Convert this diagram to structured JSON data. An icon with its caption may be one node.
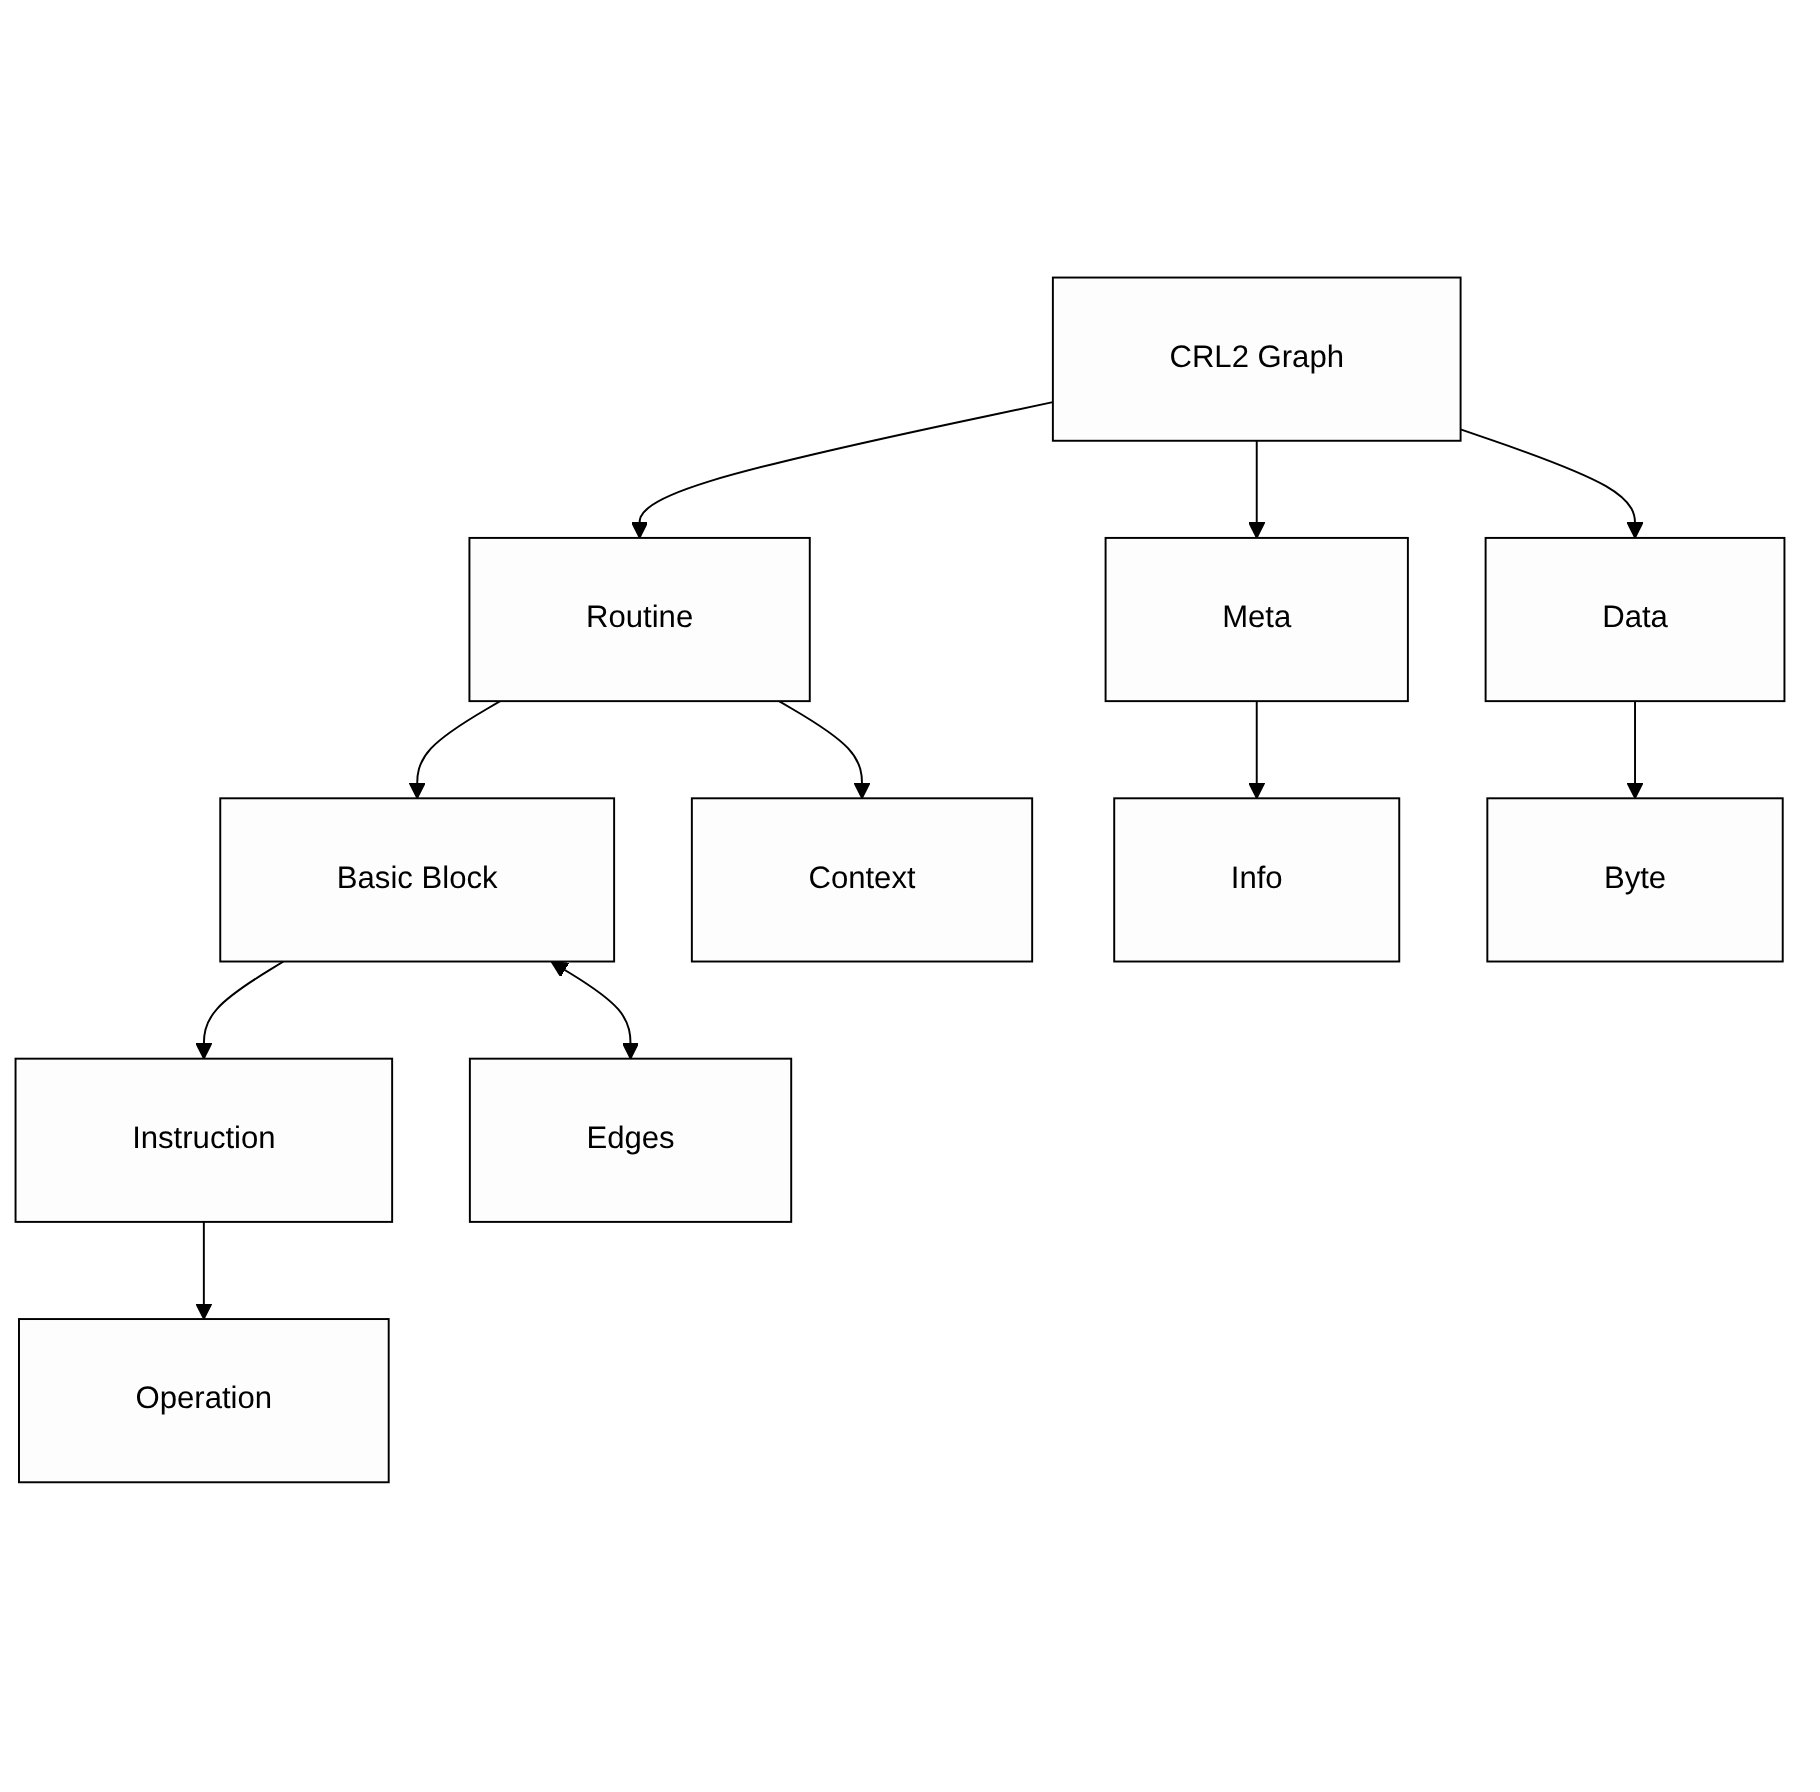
{
  "diagram": {
    "nodes": [
      {
        "text": [
          "CRL2 Graph"
        ]
      },
      {
        "text": [
          "Routine"
        ]
      },
      {
        "text": [
          "Meta"
        ]
      },
      {
        "text": [
          "Data"
        ]
      },
      {
        "text": [
          "Basic Block"
        ]
      },
      {
        "text": [
          "Context"
        ]
      },
      {
        "text": [
          "Info"
        ]
      },
      {
        "text": [
          "Byte"
        ]
      },
      {
        "text": [
          "Instruction"
        ]
      },
      {
        "text": [
          "Edges"
        ]
      },
      {
        "text": [
          "Operation"
        ]
      }
    ],
    "edges": [
      {
        "from": 0,
        "to": 1,
        "arrow": "to"
      },
      {
        "from": 0,
        "to": 2,
        "arrow": "to"
      },
      {
        "from": 0,
        "to": 3,
        "arrow": "to"
      },
      {
        "from": 1,
        "to": 4,
        "arrow": "to"
      },
      {
        "from": 1,
        "to": 5,
        "arrow": "to"
      },
      {
        "from": 2,
        "to": 6,
        "arrow": "to"
      },
      {
        "from": 3,
        "to": 7,
        "arrow": "to"
      },
      {
        "from": 4,
        "to": 8,
        "arrow": "to"
      },
      {
        "from": 4,
        "to": 9,
        "arrow": "both"
      },
      {
        "from": 8,
        "to": 10,
        "arrow": "to"
      }
    ]
  }
}
